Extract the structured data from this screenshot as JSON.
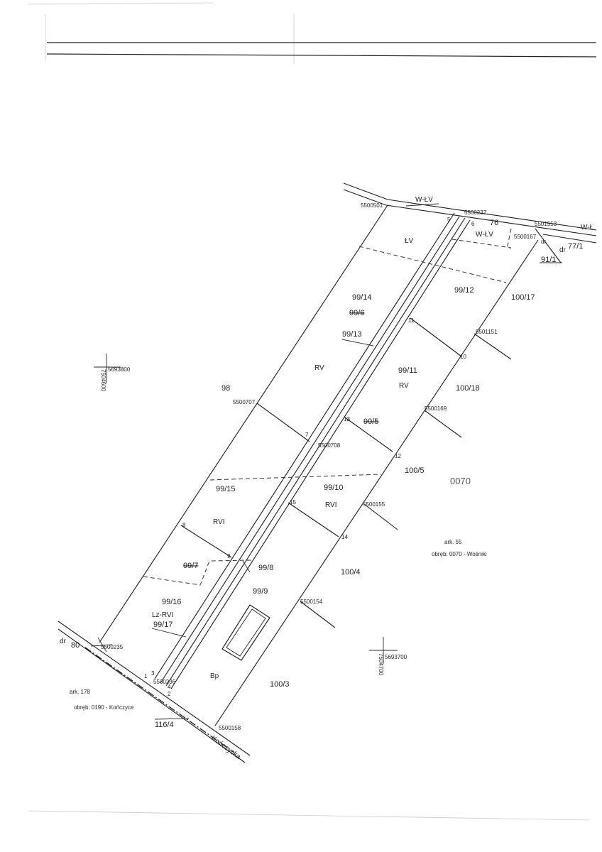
{
  "precinct_code": "0070",
  "sheet_east": {
    "sheet": "ark. 55",
    "precinct": "obręb: 0070 - Wośniki"
  },
  "sheet_west": {
    "sheet": "ark. 178",
    "precinct": "obręb: 0190 - Kończyce"
  },
  "street_name": "Kończycka",
  "parcels": {
    "p98": "98",
    "p99_14": "99/14",
    "p99_6": "99/6",
    "p99_13": "99/13",
    "p99_12": "99/12",
    "p99_11": "99/11",
    "p99_5": "99/5",
    "p99_15": "99/15",
    "p99_10": "99/10",
    "p99_7": "99/7",
    "p99_8": "99/8",
    "p99_9": "99/9",
    "p99_16": "99/16",
    "p99_17": "99/17",
    "p100_17": "100/17",
    "p100_18": "100/18",
    "p100_5": "100/5",
    "p100_4": "100/4",
    "p100_3": "100/3",
    "p76": "76",
    "p77_1": "77/1",
    "p91_1": "91/1",
    "p80": "80",
    "p116_4": "116/4"
  },
  "land_use": {
    "wlv_1": "W-ŁV",
    "wlv_2": "W-ŁV",
    "wl_edge": "W-Ł",
    "lv": "ŁV",
    "rv_1": "RV",
    "rv_2": "RV",
    "rvi_1": "RVI",
    "rvi_2": "RVI",
    "lzrvi": "Lz-RVI",
    "bp": "Bp",
    "dr_1": "dr",
    "dr_2": "dr",
    "dr_3": "dr."
  },
  "boundary_points": {
    "b5500501": "5500501",
    "b5500237": "5500237",
    "b5501553": "5501553",
    "b5500167": "5500167",
    "b5501151": "5501151",
    "b5500707": "5500707",
    "b5500708": "5500708",
    "b5500169": "5500169",
    "b5500155": "5500155",
    "b5500154": "5500154",
    "b5500235": "5500235",
    "b5500236": "5500236",
    "b5500158": "5500158"
  },
  "vertex_numbers": {
    "n1": "1",
    "n2": "2",
    "n3": "3",
    "n4": "4",
    "n5": "5",
    "n6": "6",
    "n7": "7",
    "n8": "8",
    "n9": "9",
    "n10": "10",
    "n11": "11",
    "n12": "12",
    "n13": "13",
    "n14": "14",
    "n15": "15"
  },
  "grid_crosses": [
    {
      "north": "5693800",
      "east": "7504600"
    },
    {
      "north": "5693700",
      "east": "7504700"
    }
  ]
}
